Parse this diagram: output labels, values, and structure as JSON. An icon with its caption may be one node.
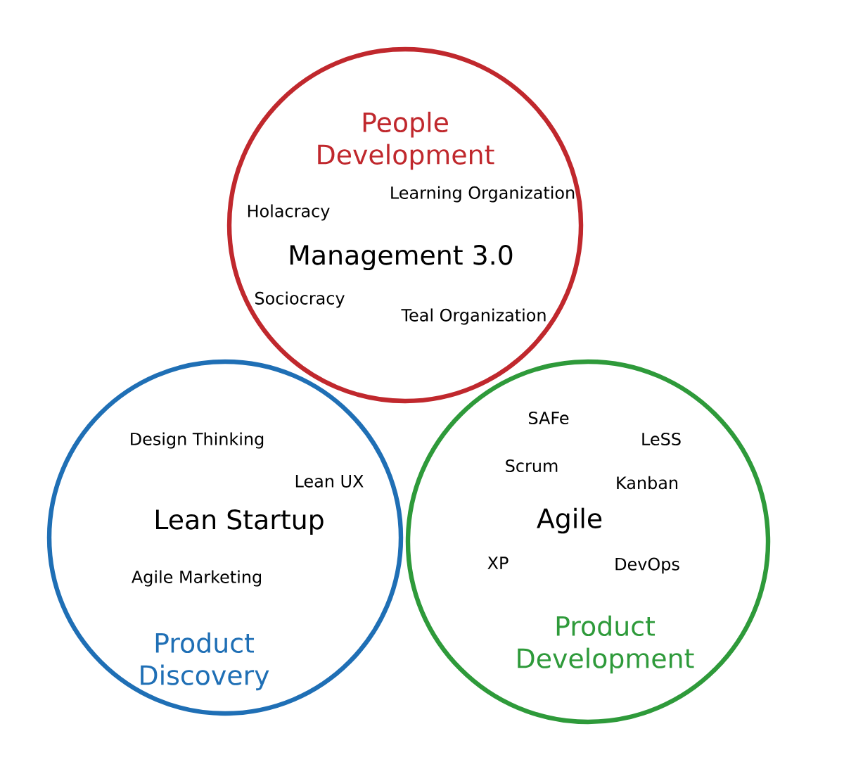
{
  "diagram": {
    "nodes": [
      {
        "text": [
          "People Development",
          "Holacracy",
          "Learning Organization",
          "Management 3.0",
          "Sociocracy",
          "Teal Organization"
        ]
      },
      {
        "text": [
          "Design Thinking",
          "Lean UX",
          "Lean Startup",
          "Agile Marketing",
          "Product Discovery"
        ]
      },
      {
        "text": [
          "SAFe",
          "LeSS",
          "Scrum",
          "Kanban",
          "Agile",
          "XP",
          "DevOps",
          "Product Development"
        ]
      }
    ]
  }
}
